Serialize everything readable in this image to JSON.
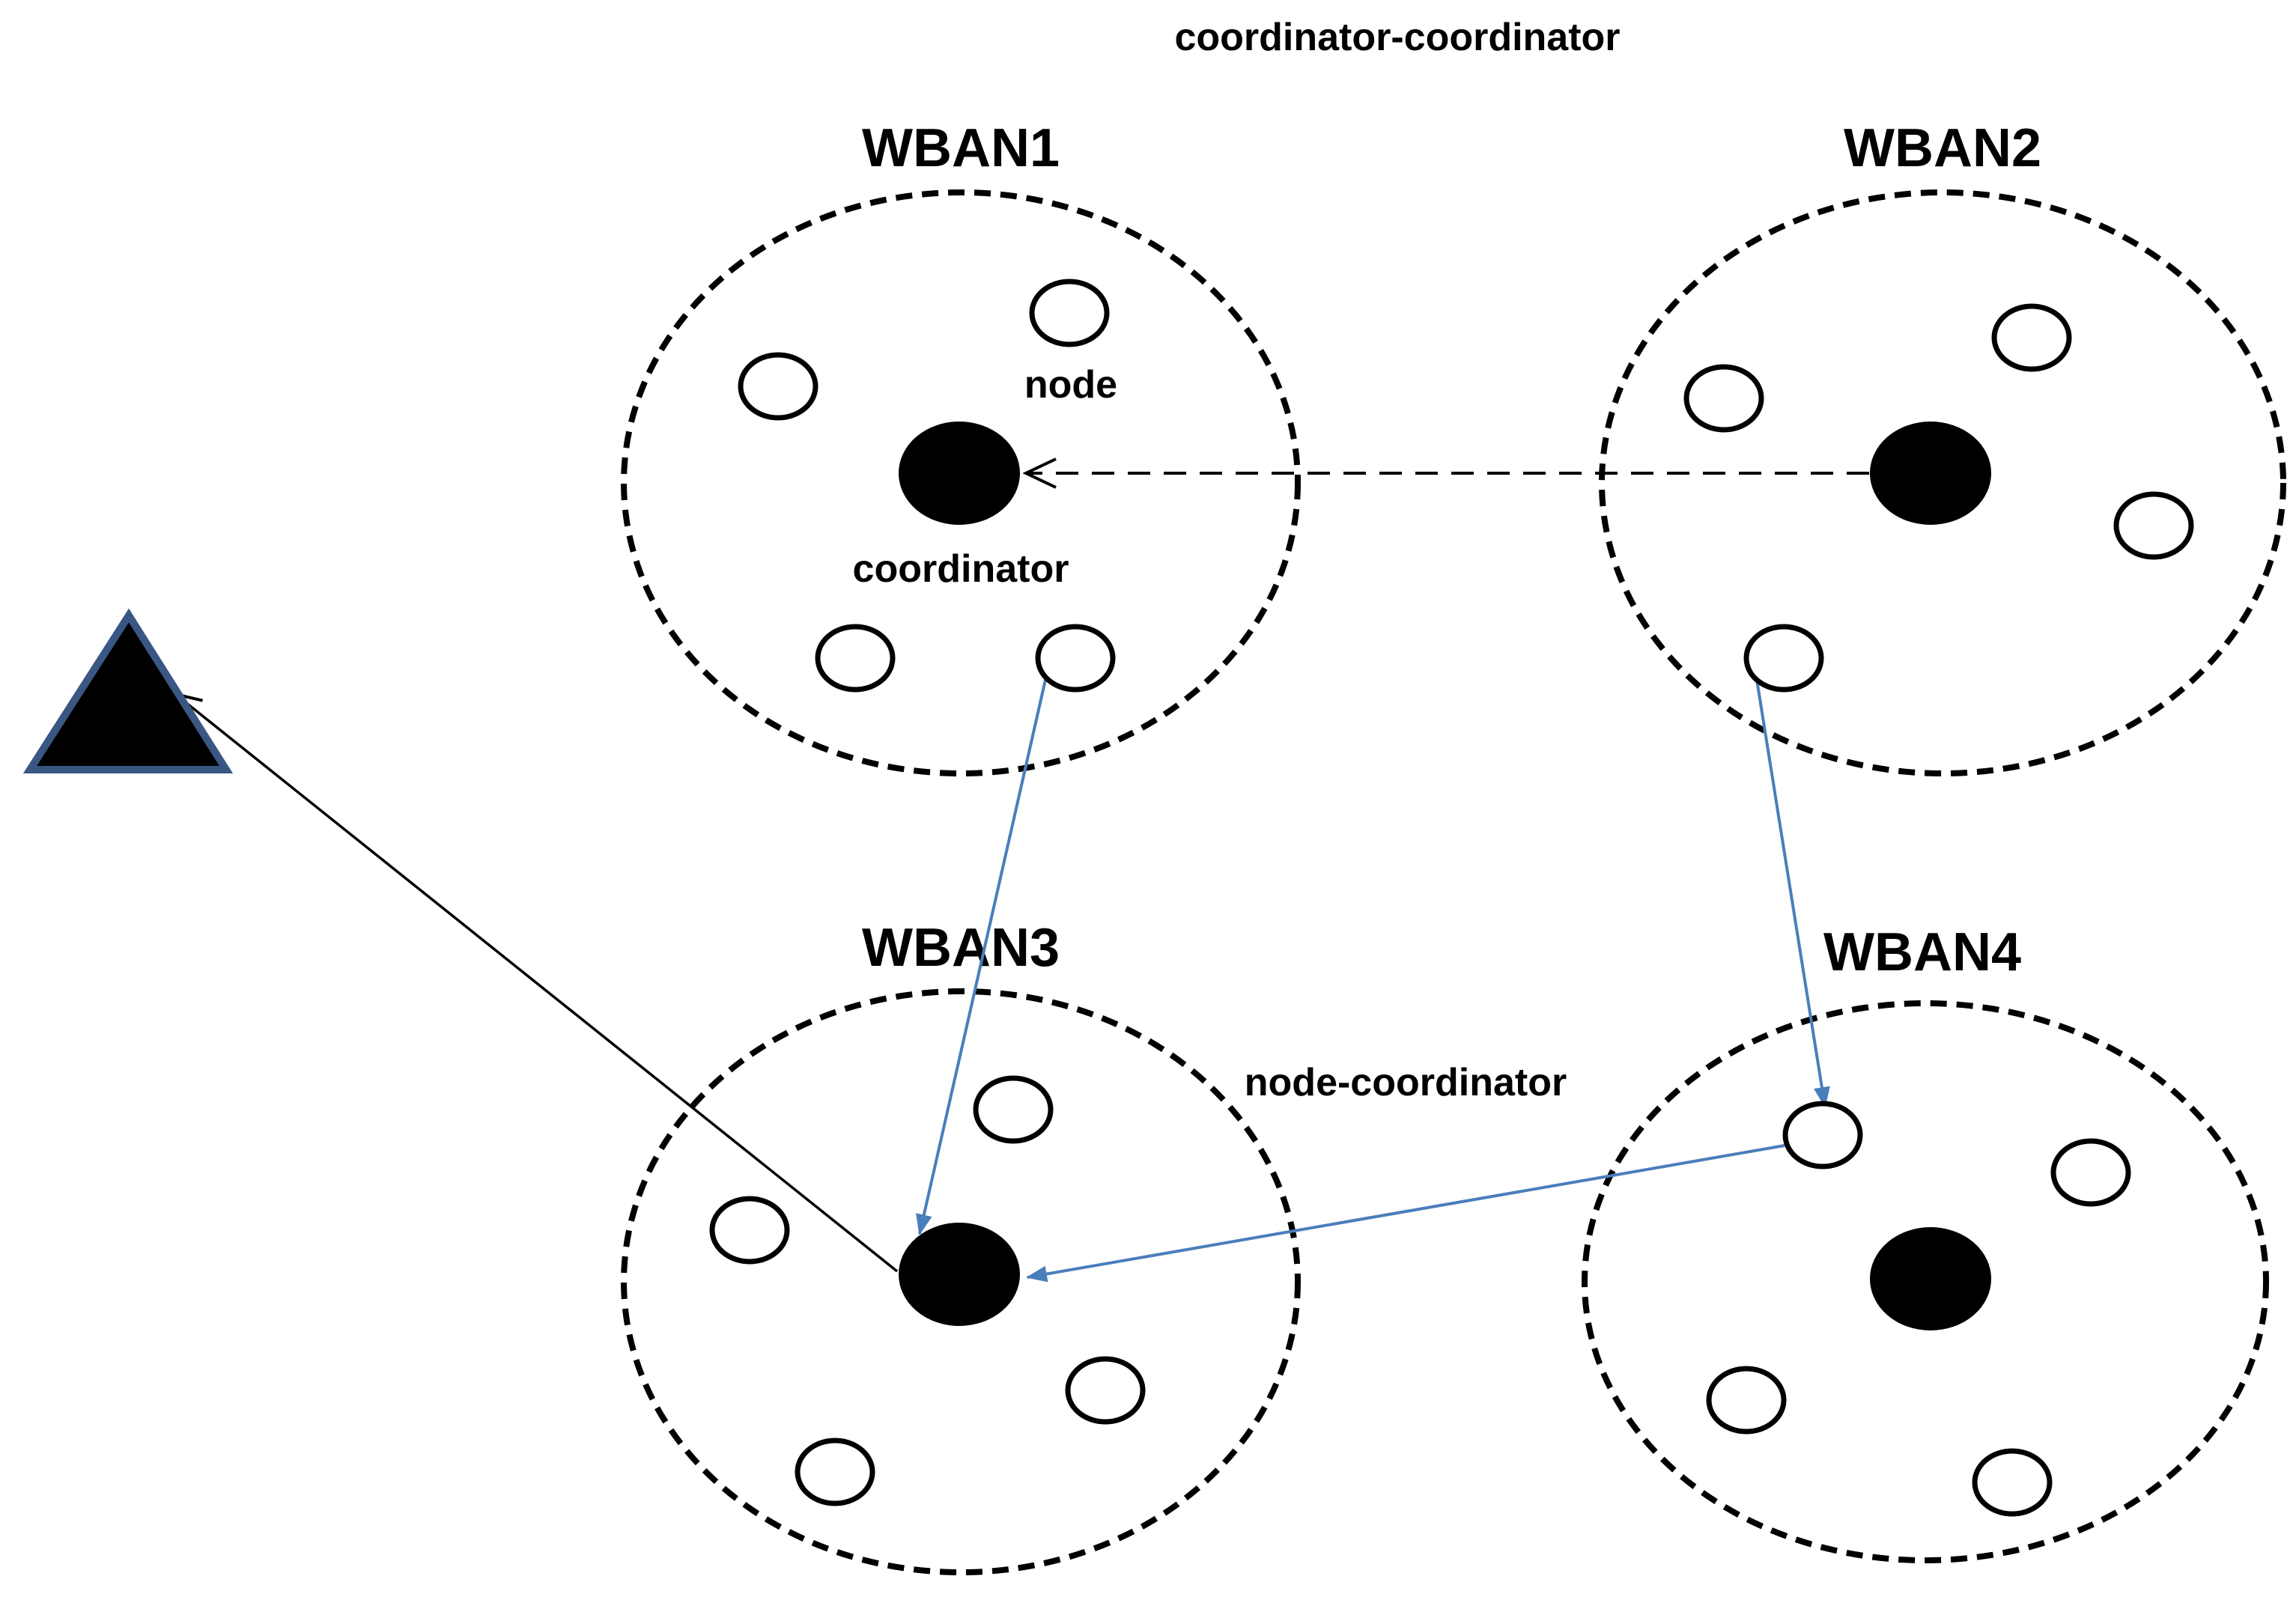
{
  "title": "coordinator-coordinator",
  "wbans": [
    {
      "label": "WBAN1"
    },
    {
      "label": "WBAN2"
    },
    {
      "label": "WBAN3"
    },
    {
      "label": "WBAN4"
    }
  ],
  "annotations": {
    "node": "node",
    "coordinator": "coordinator",
    "node_coordinator": "node-coordinator"
  },
  "colors": {
    "boundary": "#000000",
    "node_fill": "#ffffff",
    "coordinator_fill": "#000000",
    "blue_link": "#4a7ebb",
    "sink_fill": "#000000",
    "sink_stroke": "#3a5783"
  },
  "links": [
    {
      "from": "WBAN2 coordinator",
      "to": "WBAN1 coordinator",
      "style": "dashed black"
    },
    {
      "from": "WBAN1 node",
      "to": "WBAN3 coordinator",
      "style": "solid blue"
    },
    {
      "from": "WBAN2 node",
      "to": "WBAN4 node",
      "style": "solid blue"
    },
    {
      "from": "WBAN4 node",
      "to": "WBAN3 coordinator",
      "style": "solid blue"
    },
    {
      "from": "WBAN3 coordinator",
      "to": "sink",
      "style": "solid black"
    }
  ]
}
